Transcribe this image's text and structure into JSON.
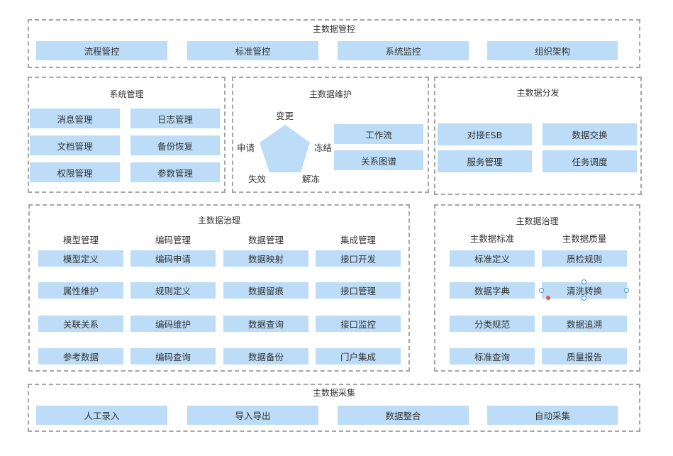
{
  "control": {
    "title": "主数据管控",
    "items": [
      "流程管控",
      "标准管控",
      "系统监控",
      "组织架构"
    ]
  },
  "system": {
    "title": "系统管理",
    "items": [
      "消息管理",
      "日志管理",
      "文档管理",
      "备份恢复",
      "权限管理",
      "参数管理"
    ]
  },
  "maintain": {
    "title": "主数据维护",
    "states": {
      "top": "变更",
      "left": "申请",
      "right": "冻结",
      "bottom_left": "失效",
      "bottom_right": "解冻"
    },
    "items": [
      "工作流",
      "关系图谱"
    ],
    "pentagon_color": "#bcdcf7"
  },
  "distribute": {
    "title": "主数据分发",
    "items": [
      "对接ESB",
      "数据交换",
      "服务管理",
      "任务调度"
    ]
  },
  "governance": {
    "title": "主数据治理",
    "columns": [
      {
        "header": "模型管理",
        "items": [
          "模型定义",
          "属性维护",
          "关联关系",
          "参考数据"
        ]
      },
      {
        "header": "编码管理",
        "items": [
          "编码申请",
          "规则定义",
          "编码维护",
          "编码查询"
        ]
      },
      {
        "header": "数据管理",
        "items": [
          "数据映射",
          "数据留痕",
          "数据查询",
          "数据备份"
        ]
      },
      {
        "header": "集成管理",
        "items": [
          "接口开发",
          "接口管理",
          "接口监控",
          "门户集成"
        ]
      }
    ]
  },
  "governance2": {
    "title": "主数据治理",
    "columns": [
      {
        "header": "主数据标准",
        "items": [
          "标准定义",
          "数据字典",
          "分类规范",
          "标准查询"
        ]
      },
      {
        "header": "主数据质量",
        "items": [
          "质检规则",
          "清洗转换",
          "数据追溯",
          "质量报告"
        ]
      }
    ]
  },
  "collect": {
    "title": "主数据采集",
    "items": [
      "人工录入",
      "导入导出",
      "数据整合",
      "自动采集"
    ]
  },
  "colors": {
    "box": "#bcdcf7",
    "border": "#a6a6a6",
    "selection": "#3b8fd6",
    "marker": "#e8534a"
  }
}
